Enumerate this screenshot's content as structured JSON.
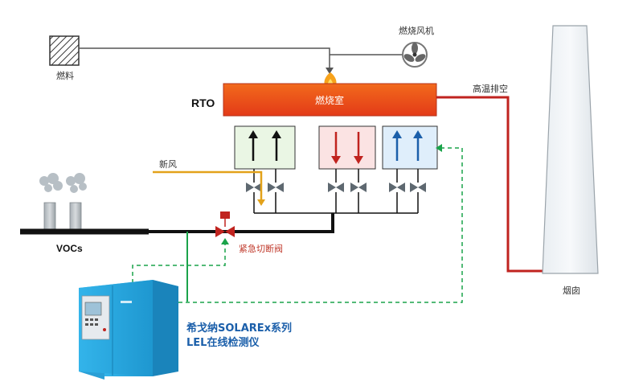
{
  "labels": {
    "fuel": "燃料",
    "burner_fan": "燃烧风机",
    "rto": "RTO",
    "combustion_chamber": "燃烧室",
    "high_temp_exhaust": "高温排空",
    "fresh_air": "新风",
    "vocs": "VOCs",
    "emergency_valve": "紧急切断阀",
    "chimney": "烟囱",
    "instrument_line1": "希戈纳SOLAREx系列",
    "instrument_line2": "LEL在线检测仪"
  },
  "colors": {
    "pipe_black": "#111111",
    "fresh_air_pipe": "#e3a21a",
    "exhaust_pipe": "#c0231f",
    "signal_green": "#1aa34a",
    "chamber_red": "#e8401a",
    "chamber_orange": "#f7a21b",
    "bed_green": "#eaf6e4",
    "bed_red": "#fbe3e3",
    "bed_blue": "#dfeefb",
    "arrow_black": "#111111",
    "arrow_red": "#c0231f",
    "arrow_blue": "#1b5faa",
    "instrument_blue": "#2aa7df"
  },
  "icons": {
    "fuel": "hatched-box-icon",
    "fan": "fan-icon",
    "flame": "flame-icon",
    "valve": "butterfly-valve-icon",
    "emergency_valve": "solenoid-valve-icon",
    "smoke": "smoke-cloud-icon",
    "instrument": "gas-analyzer-cabinet-icon"
  },
  "beds": [
    {
      "name": "bed-1",
      "flow": "up",
      "arrow_color": "black"
    },
    {
      "name": "bed-2",
      "flow": "down",
      "arrow_color": "red"
    },
    {
      "name": "bed-3",
      "flow": "up",
      "arrow_color": "blue"
    }
  ]
}
